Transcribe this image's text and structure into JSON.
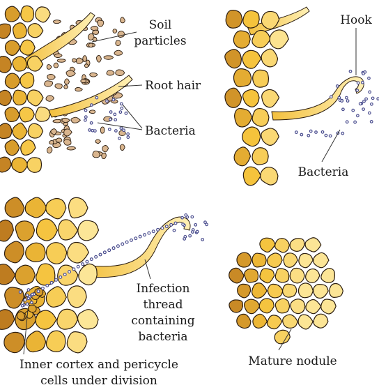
{
  "panel_a": {
    "label_soil": [
      "Soil",
      "particles"
    ],
    "label_root_hair": "Root hair",
    "label_bacteria": "Bacteria"
  },
  "panel_b": {
    "label_hook": "Hook",
    "label_bacteria": "Bacteria"
  },
  "panel_c": {
    "label_infection": [
      "Infection",
      "thread",
      "containing",
      "bacteria"
    ],
    "label_inner": [
      "Inner cortex and pericycle",
      "cells under division"
    ]
  },
  "panel_d": {
    "label_nodule": "Mature nodule"
  },
  "colors": {
    "cell_light": "#fde9a0",
    "cell_mid": "#f5c23a",
    "cell_dark": "#b06a1a",
    "cell_outline": "#2b1d10",
    "soil_particle": "#d9b58e",
    "bacteria_dot": "#4b4e8f"
  }
}
